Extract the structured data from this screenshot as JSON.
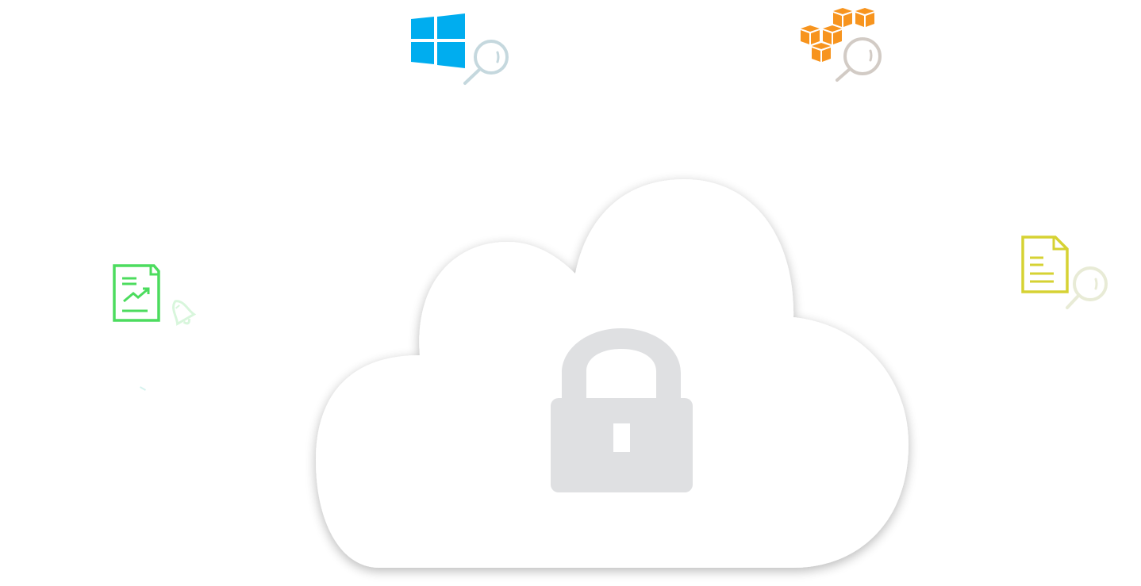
{
  "scene": {
    "background": "#ffffff",
    "cloud": {
      "icon": "cloud-icon",
      "fill": "#ffffff",
      "shadow": "#d9d9d9"
    },
    "lock": {
      "icon": "padlock-icon",
      "fill": "#dfe0e2"
    }
  },
  "icons": [
    {
      "name": "windows-search",
      "icon": "windows-logo-icon",
      "color": "#00adef",
      "magnifier_color": "#c5d8de"
    },
    {
      "name": "aws-search",
      "icon": "aws-cubes-icon",
      "color": "#f7941e",
      "magnifier_color": "#d2cbc5"
    },
    {
      "name": "report-alert",
      "icon": "report-chart-icon",
      "color": "#4cdc5e",
      "bell_color": "#d8f6dc"
    },
    {
      "name": "document-search",
      "icon": "document-icon",
      "color": "#d6d233",
      "magnifier_color": "#e8ebd6"
    }
  ]
}
